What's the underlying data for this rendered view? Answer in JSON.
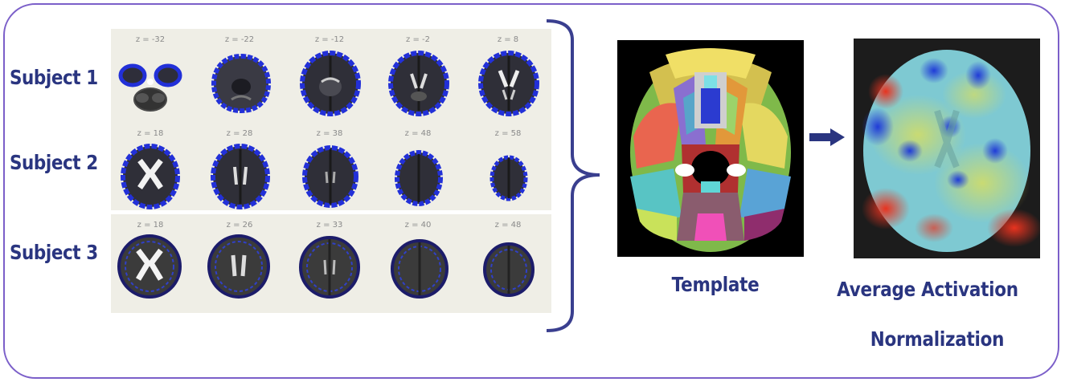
{
  "subjects": [
    {
      "label": "Subject 1",
      "slices": [
        "z = -32",
        "z = -22",
        "z = -12",
        "z = -2",
        "z = 8"
      ]
    },
    {
      "label": "Subject 2",
      "slices": [
        "z = 18",
        "z = 28",
        "z = 38",
        "z = 48",
        "z = 58"
      ]
    },
    {
      "label": "Subject 3",
      "slices": [
        "z = 18",
        "z = 26",
        "z = 33",
        "z = 40",
        "z = 48"
      ]
    }
  ],
  "captions": {
    "template": "Template",
    "average_line1": "Average Activation",
    "average_line2": "Normalization"
  },
  "colors": {
    "frame": "#7b5fc9",
    "text": "#2a3580",
    "bracket": "#3a3f8f",
    "arrow": "#2a3580",
    "slice_outline": "#2230d8"
  }
}
